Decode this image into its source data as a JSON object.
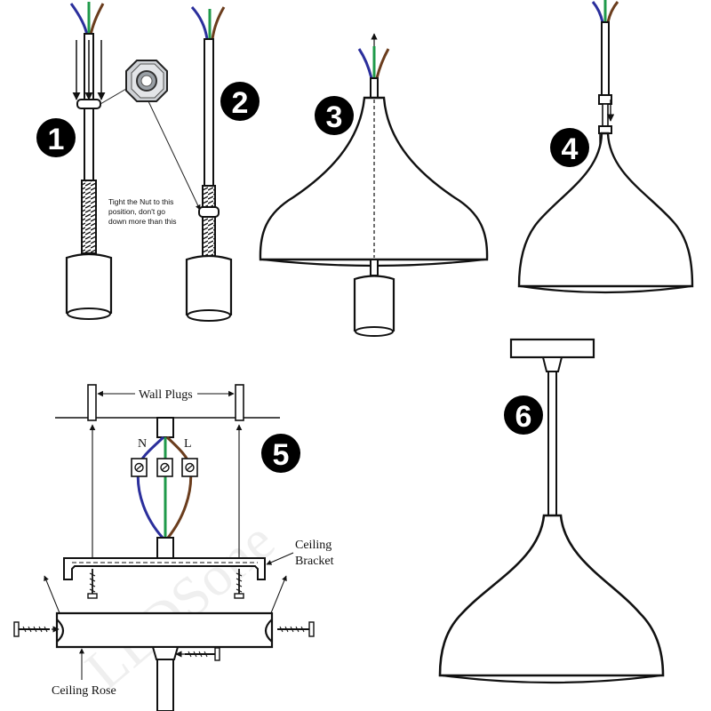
{
  "steps": [
    "1",
    "2",
    "3",
    "4",
    "5",
    "6"
  ],
  "nut_note": [
    "Tight the Nut to this",
    "position, don't go",
    "down more than this"
  ],
  "labels": {
    "wall_plugs": "Wall Plugs",
    "neutral": "N",
    "live": "L",
    "ceiling_bracket": [
      "Ceiling",
      "Bracket"
    ],
    "ceiling_rose": "Ceiling Rose"
  },
  "watermark": "LEDSone",
  "colors": {
    "wire_blue": "#2b2f9c",
    "wire_green": "#1f9a4a",
    "wire_brown": "#6b3d1d",
    "line": "#111111"
  }
}
